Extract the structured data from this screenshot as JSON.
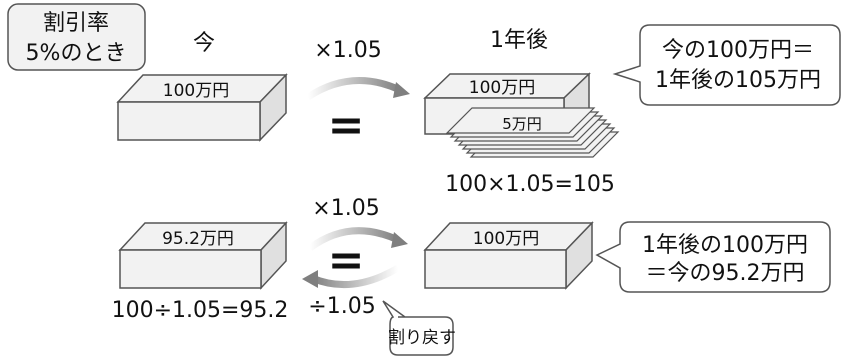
{
  "rate_box": {
    "line1": "割引率",
    "line2": "5%のとき"
  },
  "labels": {
    "now": "今",
    "after_1y": "1年後",
    "multiply_top": "×1.05",
    "multiply_bottom": "×1.05",
    "divide": "÷1.05",
    "equals_top": "=",
    "equals_bottom": "=",
    "calc_top": "100×1.05=105",
    "calc_bottom": "100÷1.05=95.2"
  },
  "blocks": {
    "now_top": "100万円",
    "future_top": "100万円",
    "interest_stack": "5万円",
    "now_bottom": "95.2万円",
    "future_bottom": "100万円"
  },
  "callouts": {
    "top_line1": "今の100万円＝",
    "top_line2": "1年後の105万円",
    "bottom_line1": "1年後の100万円",
    "bottom_line2": "＝今の95.2万円",
    "discount_back": "割り戻す"
  },
  "colors": {
    "box_fill": "#f2f2f2",
    "box_stroke": "#555555",
    "arrow_start": "#ffffff",
    "arrow_end": "#7f7f7f"
  }
}
